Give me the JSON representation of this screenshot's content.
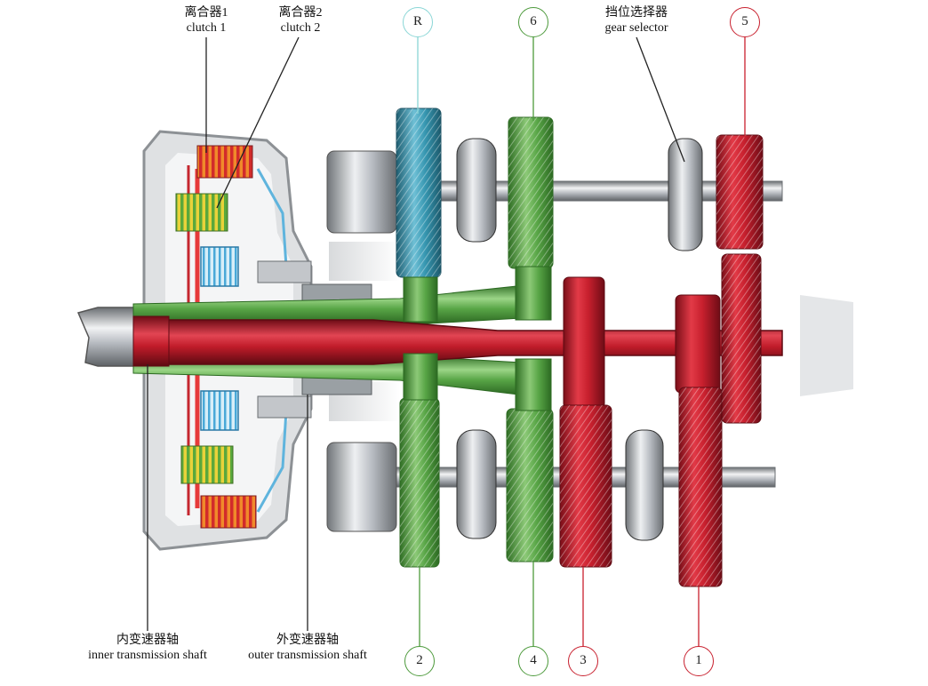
{
  "labels": {
    "clutch1": {
      "cn": "离合器1",
      "en": "clutch 1"
    },
    "clutch2": {
      "cn": "离合器2",
      "en": "clutch 2"
    },
    "gear_selector": {
      "cn": "挡位选择器",
      "en": "gear selector"
    },
    "inner_shaft": {
      "cn": "内变速器轴",
      "en": "inner transmission shaft"
    },
    "outer_shaft": {
      "cn": "外变速器轴",
      "en": "outer transmission shaft"
    }
  },
  "gears": {
    "reverse": "R",
    "sixth": "6",
    "fifth": "5",
    "second": "2",
    "fourth": "4",
    "third": "3",
    "first": "1"
  },
  "colors": {
    "odd_gears": "#c8202e",
    "even_gears": "#4d9a3c",
    "reverse_gear": "#2f8ea8",
    "inner_shaft": "#b3142b",
    "clutch_line": "#e63a3a",
    "housing": "#b8bcc2"
  }
}
